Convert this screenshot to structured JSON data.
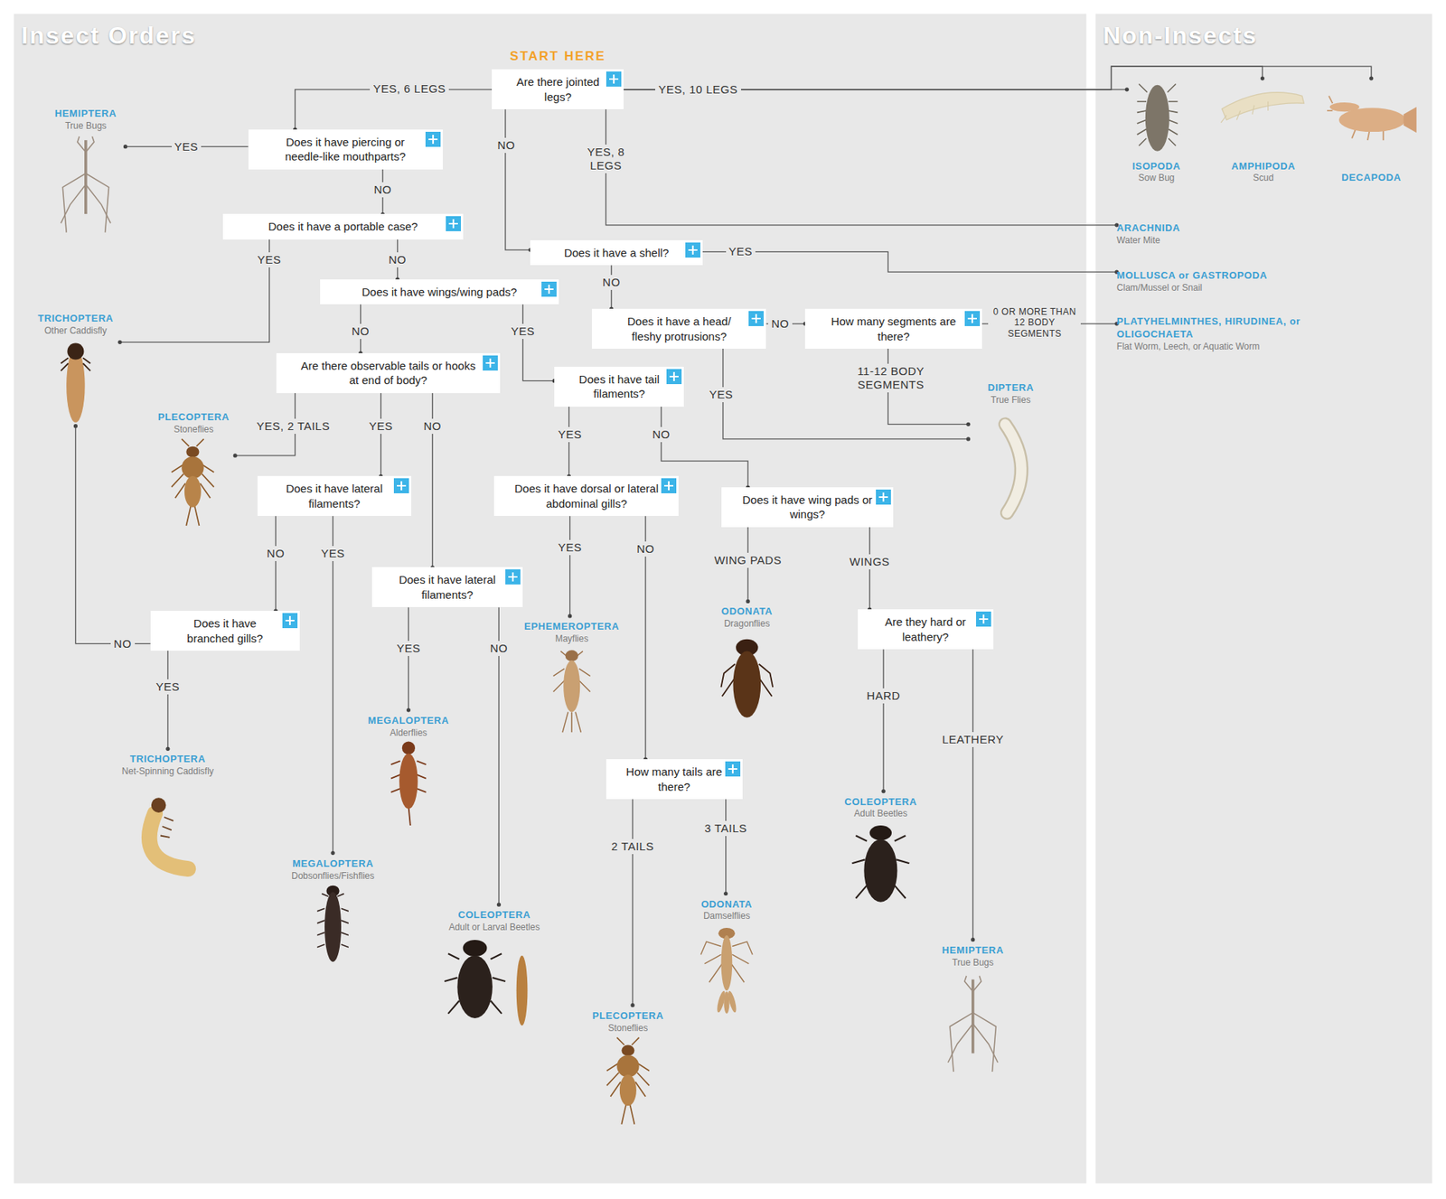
{
  "diagram": {
    "nodes": [
      {
        "text": [
          "Insect Orders"
        ]
      },
      {
        "text": [
          "Non-Insects"
        ]
      },
      {
        "text": [
          "START HERE",
          "Are there jointed legs?"
        ],
        "in": 0
      },
      {
        "text": [
          "HEMIPTERA",
          "True Bugs"
        ],
        "in": 0
      },
      {
        "text": [
          "Does it have piercing or needle-like mouthparts?"
        ],
        "in": 0
      },
      {
        "text": [
          "Does it have a portable case?"
        ],
        "in": 0
      },
      {
        "text": [
          "Does it have a shell?"
        ],
        "in": 0
      },
      {
        "text": [
          "Does it have wings/wing pads?"
        ],
        "in": 0
      },
      {
        "text": [
          "TRICHOPTERA",
          "Other Caddisfly"
        ],
        "in": 0
      },
      {
        "text": [
          "Does it have a head/ fleshy protrusions?"
        ],
        "in": 0
      },
      {
        "text": [
          "How many segments are there?"
        ],
        "in": 0
      },
      {
        "text": [
          "Are there observable tails or hooks at end of body?"
        ],
        "in": 0
      },
      {
        "text": [
          "Does it have tail filaments?"
        ],
        "in": 0
      },
      {
        "text": [
          "DIPTERA",
          "True Flies"
        ],
        "in": 0
      },
      {
        "text": [
          "PLECOPTERA",
          "Stoneflies"
        ],
        "in": 0
      },
      {
        "text": [
          "Does it have lateral filaments?"
        ],
        "in": 0
      },
      {
        "text": [
          "Does it have dorsal or lateral abdominal gills?"
        ],
        "in": 0
      },
      {
        "text": [
          "Does it have wing pads or wings?"
        ],
        "in": 0
      },
      {
        "text": [
          "Does it have lateral filaments?"
        ],
        "in": 0
      },
      {
        "text": [
          "Does it have branched gills?"
        ],
        "in": 0
      },
      {
        "text": [
          "EPHEMEROPTERA",
          "Mayflies"
        ],
        "in": 0
      },
      {
        "text": [
          "ODONATA",
          "Dragonflies"
        ],
        "in": 0
      },
      {
        "text": [
          "Are they hard or leathery?"
        ],
        "in": 0
      },
      {
        "text": [
          "MEGALOPTERA",
          "Alderflies"
        ],
        "in": 0
      },
      {
        "text": [
          "TRICHOPTERA",
          "Net-Spinning Caddisfly"
        ],
        "in": 0
      },
      {
        "text": [
          "How many tails are there?"
        ],
        "in": 0
      },
      {
        "text": [
          "COLEOPTERA",
          "Adult Beetles"
        ],
        "in": 0
      },
      {
        "text": [
          "MEGALOPTERA",
          "Dobsonflies/Fishflies"
        ],
        "in": 0
      },
      {
        "text": [
          "ODONATA",
          "Damselflies"
        ],
        "in": 0
      },
      {
        "text": [
          "COLEOPTERA",
          "Adult or Larval Beetles"
        ],
        "in": 0
      },
      {
        "text": [
          "HEMIPTERA",
          "True Bugs"
        ],
        "in": 0
      },
      {
        "text": [
          "PLECOPTERA",
          "Stoneflies"
        ],
        "in": 0
      },
      {
        "text": [
          "ISOPODA",
          "Sow Bug"
        ],
        "in": 1
      },
      {
        "text": [
          "AMPHIPODA",
          "Scud"
        ],
        "in": 1
      },
      {
        "text": [
          "DECAPODA"
        ],
        "in": 1
      },
      {
        "text": [
          "ARACHNIDA",
          "Water Mite"
        ],
        "in": 1
      },
      {
        "text": [
          "MOLLUSCA or GASTROPODA",
          "Clam/Mussel or Snail"
        ],
        "in": 1
      },
      {
        "text": [
          "PLATYHELMINTHES, HIRUDINEA, or OLIGOCHAETA",
          "Flat Worm, Leech, or Aquatic Worm"
        ],
        "in": 1
      }
    ],
    "edges": [
      {
        "from": 2,
        "to": 4,
        "label": "YES, 6 LEGS",
        "arrow": "none"
      },
      {
        "from": 2,
        "to": 32,
        "label": "YES, 10 LEGS",
        "arrow": "none"
      },
      {
        "from": 2,
        "to": 33,
        "arrow": "none"
      },
      {
        "from": 2,
        "to": 34,
        "arrow": "none"
      },
      {
        "from": 2,
        "to": 6,
        "label": "NO",
        "arrow": "none"
      },
      {
        "from": 2,
        "to": 35,
        "label": "YES, 8 LEGS",
        "arrow": "none"
      },
      {
        "from": 4,
        "to": 3,
        "label": "YES",
        "arrow": "none"
      },
      {
        "from": 4,
        "to": 5,
        "label": "NO",
        "arrow": "none"
      },
      {
        "from": 5,
        "to": 8,
        "label": "YES",
        "arrow": "none"
      },
      {
        "from": 5,
        "to": 7,
        "label": "NO",
        "arrow": "none"
      },
      {
        "from": 6,
        "to": 36,
        "label": "YES",
        "arrow": "none"
      },
      {
        "from": 6,
        "to": 9,
        "label": "NO",
        "arrow": "none"
      },
      {
        "from": 7,
        "to": 11,
        "label": "NO",
        "arrow": "none"
      },
      {
        "from": 7,
        "to": 12,
        "label": "YES",
        "arrow": "none"
      },
      {
        "from": 9,
        "to": 10,
        "label": "NO",
        "arrow": "none"
      },
      {
        "from": 9,
        "to": 13,
        "label": "YES",
        "arrow": "none"
      },
      {
        "from": 10,
        "to": 37,
        "label": "0 OR MORE THAN 12 BODY SEGMENTS",
        "arrow": "none"
      },
      {
        "from": 10,
        "to": 13,
        "label": "11-12 BODY SEGMENTS",
        "arrow": "none"
      },
      {
        "from": 11,
        "to": 14,
        "label": "YES, 2 TAILS",
        "arrow": "none"
      },
      {
        "from": 11,
        "to": 15,
        "label": "YES",
        "arrow": "none"
      },
      {
        "from": 11,
        "to": 18,
        "label": "NO",
        "arrow": "none"
      },
      {
        "from": 12,
        "to": 16,
        "label": "YES",
        "arrow": "none"
      },
      {
        "from": 12,
        "to": 17,
        "label": "NO",
        "arrow": "none"
      },
      {
        "from": 15,
        "to": 19,
        "label": "NO",
        "arrow": "none"
      },
      {
        "from": 15,
        "to": 27,
        "label": "YES",
        "arrow": "none"
      },
      {
        "from": 16,
        "to": 20,
        "label": "YES",
        "arrow": "none"
      },
      {
        "from": 16,
        "to": 25,
        "label": "NO",
        "arrow": "none"
      },
      {
        "from": 17,
        "to": 21,
        "label": "WING PADS",
        "arrow": "none"
      },
      {
        "from": 17,
        "to": 22,
        "label": "WINGS",
        "arrow": "none"
      },
      {
        "from": 18,
        "to": 23,
        "label": "YES",
        "arrow": "none"
      },
      {
        "from": 18,
        "to": 29,
        "label": "NO",
        "arrow": "none"
      },
      {
        "from": 19,
        "to": 8,
        "label": "NO",
        "arrow": "none"
      },
      {
        "from": 19,
        "to": 24,
        "label": "YES",
        "arrow": "none"
      },
      {
        "from": 22,
        "to": 26,
        "label": "HARD",
        "arrow": "none"
      },
      {
        "from": 22,
        "to": 30,
        "label": "LEATHERY",
        "arrow": "none"
      },
      {
        "from": 25,
        "to": 31,
        "label": "2 TAILS",
        "arrow": "none"
      },
      {
        "from": 25,
        "to": 28,
        "label": "3 TAILS",
        "arrow": "none"
      }
    ]
  }
}
